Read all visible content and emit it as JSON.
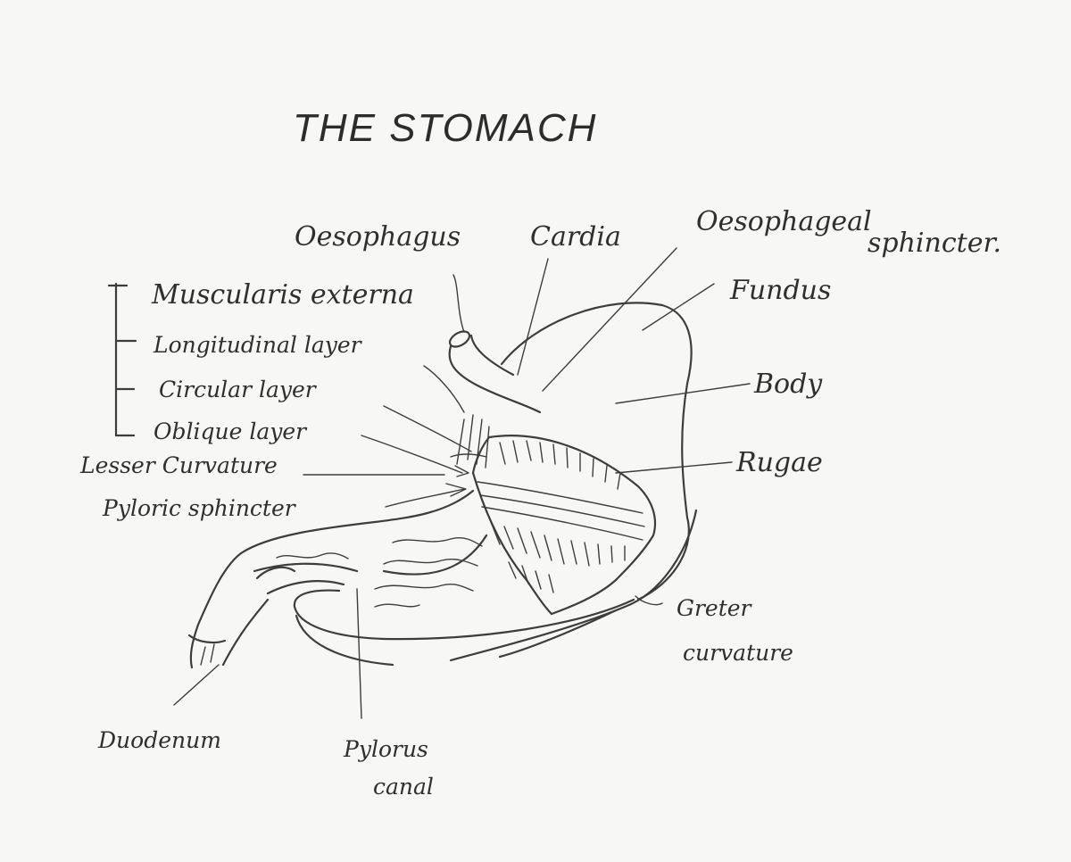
{
  "title": "THE STOMACH",
  "labels": {
    "oesophagus": "Oesophagus",
    "cardia": "Cardia",
    "oesophageal_sphincter_1": "Oesophageal",
    "oesophageal_sphincter_2": "sphincter.",
    "muscularis_externa": "Muscularis externa",
    "longitudinal_layer": "Longitudinal layer",
    "circular_layer": "Circular layer",
    "oblique_layer": "Oblique layer",
    "lesser_curvature": "Lesser Curvature",
    "pyloric_sphincter": "Pyloric sphincter",
    "fundus": "Fundus",
    "body": "Body",
    "rugae": "Rugae",
    "greater_curvature_1": "Greter",
    "greater_curvature_2": "curvature",
    "duodenum": "Duodenum",
    "pylorus_canal_1": "Pylorus",
    "pylorus_canal_2": "canal"
  }
}
